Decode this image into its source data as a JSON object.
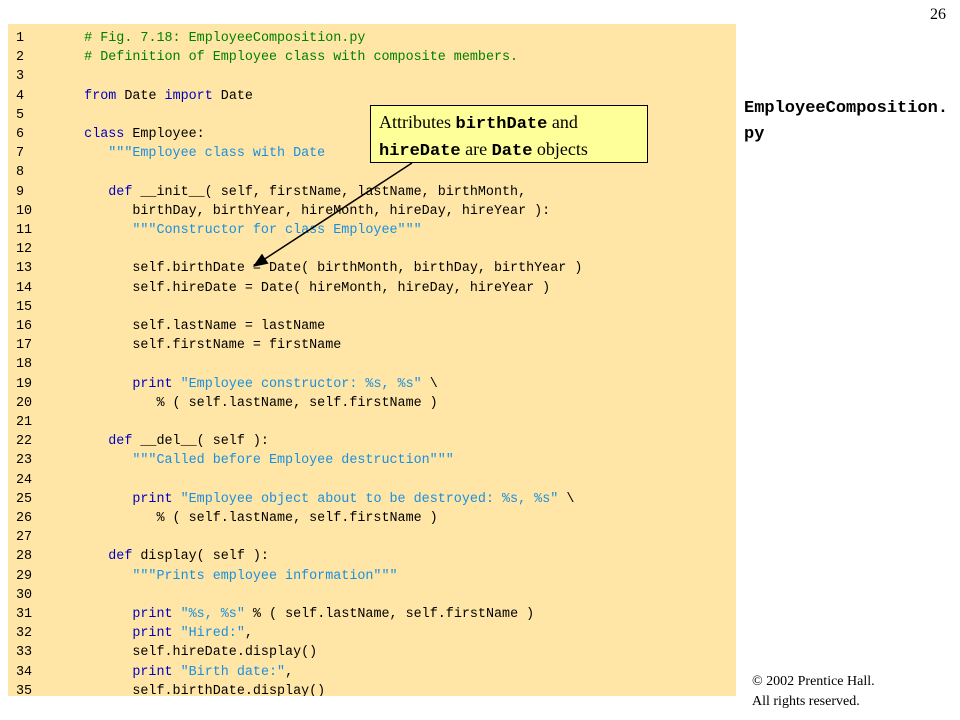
{
  "slide_number": "26",
  "file_label": "EmployeeComposition.py",
  "callout": {
    "text_1": "Attributes ",
    "code_1": "birthDate",
    "text_2": " and ",
    "code_2": "hireDate",
    "text_3": " are ",
    "code_3": "Date",
    "text_4": " objects"
  },
  "copyright": {
    "line1": "© 2002 Prentice Hall.",
    "line2": "All rights reserved."
  },
  "code_lines": [
    [
      {
        "t": "    ",
        "c": ""
      },
      {
        "t": "# Fig. 7.18: EmployeeComposition.py",
        "c": "comment"
      }
    ],
    [
      {
        "t": "    ",
        "c": ""
      },
      {
        "t": "# Definition of Employee class with composite members.",
        "c": "comment"
      }
    ],
    [],
    [
      {
        "t": "    ",
        "c": ""
      },
      {
        "t": "from",
        "c": "kw"
      },
      {
        "t": " Date ",
        "c": ""
      },
      {
        "t": "import",
        "c": "kw"
      },
      {
        "t": " Date",
        "c": ""
      }
    ],
    [],
    [
      {
        "t": "    ",
        "c": ""
      },
      {
        "t": "class",
        "c": "kw"
      },
      {
        "t": " Employee:",
        "c": ""
      }
    ],
    [
      {
        "t": "       ",
        "c": ""
      },
      {
        "t": "\"\"\"Employee class with Date",
        "c": "str"
      }
    ],
    [],
    [
      {
        "t": "       ",
        "c": ""
      },
      {
        "t": "def",
        "c": "kw"
      },
      {
        "t": " __init__( self, firstName, lastName, birthMonth,",
        "c": ""
      }
    ],
    [
      {
        "t": "          birthDay, birthYear, hireMonth, hireDay, hireYear ):",
        "c": ""
      }
    ],
    [
      {
        "t": "          ",
        "c": ""
      },
      {
        "t": "\"\"\"Constructor for class Employee\"\"\"",
        "c": "str"
      }
    ],
    [],
    [
      {
        "t": "          self.birthDate = Date( birthMonth, birthDay, birthYear )",
        "c": ""
      }
    ],
    [
      {
        "t": "          self.hireDate = Date( hireMonth, hireDay, hireYear )",
        "c": ""
      }
    ],
    [],
    [
      {
        "t": "          self.lastName = lastName",
        "c": ""
      }
    ],
    [
      {
        "t": "          self.firstName = firstName",
        "c": ""
      }
    ],
    [],
    [
      {
        "t": "          ",
        "c": ""
      },
      {
        "t": "print",
        "c": "kw"
      },
      {
        "t": " ",
        "c": ""
      },
      {
        "t": "\"Employee constructor: %s, %s\"",
        "c": "str"
      },
      {
        "t": " \\",
        "c": ""
      }
    ],
    [
      {
        "t": "             % ( self.lastName, self.firstName )",
        "c": ""
      }
    ],
    [],
    [
      {
        "t": "       ",
        "c": ""
      },
      {
        "t": "def",
        "c": "kw"
      },
      {
        "t": " __del__( self ):",
        "c": ""
      }
    ],
    [
      {
        "t": "          ",
        "c": ""
      },
      {
        "t": "\"\"\"Called before Employee destruction\"\"\"",
        "c": "str"
      }
    ],
    [],
    [
      {
        "t": "          ",
        "c": ""
      },
      {
        "t": "print",
        "c": "kw"
      },
      {
        "t": " ",
        "c": ""
      },
      {
        "t": "\"Employee object about to be destroyed: %s, %s\"",
        "c": "str"
      },
      {
        "t": " \\",
        "c": ""
      }
    ],
    [
      {
        "t": "             % ( self.lastName, self.firstName )",
        "c": ""
      }
    ],
    [],
    [
      {
        "t": "       ",
        "c": ""
      },
      {
        "t": "def",
        "c": "kw"
      },
      {
        "t": " display( self ):",
        "c": ""
      }
    ],
    [
      {
        "t": "          ",
        "c": ""
      },
      {
        "t": "\"\"\"Prints employee information\"\"\"",
        "c": "str"
      }
    ],
    [],
    [
      {
        "t": "          ",
        "c": ""
      },
      {
        "t": "print",
        "c": "kw"
      },
      {
        "t": " ",
        "c": ""
      },
      {
        "t": "\"%s, %s\"",
        "c": "str"
      },
      {
        "t": " % ( self.lastName, self.firstName )",
        "c": ""
      }
    ],
    [
      {
        "t": "          ",
        "c": ""
      },
      {
        "t": "print",
        "c": "kw"
      },
      {
        "t": " ",
        "c": ""
      },
      {
        "t": "\"Hired:\"",
        "c": "str"
      },
      {
        "t": ",",
        "c": ""
      }
    ],
    [
      {
        "t": "          self.hireDate.display()",
        "c": ""
      }
    ],
    [
      {
        "t": "          ",
        "c": ""
      },
      {
        "t": "print",
        "c": "kw"
      },
      {
        "t": " ",
        "c": ""
      },
      {
        "t": "\"Birth date:\"",
        "c": "str"
      },
      {
        "t": ",",
        "c": ""
      }
    ],
    [
      {
        "t": "          self.birthDate.display()",
        "c": ""
      }
    ]
  ],
  "colors": {
    "panel_bg": "#ffe6a6",
    "callout_bg": "#ffff99",
    "comment": "#008000",
    "keyword": "#0000c0",
    "string": "#1a8fe0"
  }
}
